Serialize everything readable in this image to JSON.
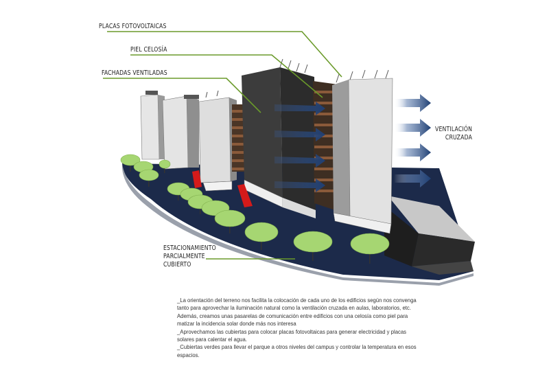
{
  "labels": {
    "placas": "PLACAS FOTOVOLTAICAS",
    "piel": "PIEL CELOSÍA",
    "fachadas": "FACHADAS VENTILADAS",
    "ventilacion_1": "VENTILACIÓN",
    "ventilacion_2": "CRUZADA",
    "estacionamiento_1": "ESTACIONAMIENTO",
    "estacionamiento_2": "PARCIALMENTE",
    "estacionamiento_3": "CUBIERTO"
  },
  "notes": [
    "_La orientación del terreno nos facilita la colocación de cada uno de los edificios según nos convenga tanto para aprovechar la iluminación natural como la  ventilación cruzada en aulas, laboratorios, etc. Además, creamos unas pasarelas de comunicación entre edificios con una celosía como piel para matizar la incidencia solar donde más nos interesa",
    "_Aprovechamos las cubiertas  para colocar placas fotovoltaicas para generar  electricidad  y placas solares para calentar el agua.",
    "_Cubiertas verdes para llevar el parque a otros niveles del campus y controlar la temperatura en esos espacios."
  ],
  "colors": {
    "leader_line": "#6a9a2a",
    "arrow": "#1f3f73",
    "ground": "#1c2a4a",
    "tree": "#a6d672",
    "building_light": "#dadada",
    "building_dark": "#3a3a3a",
    "louver": "#8a5a3a",
    "parking_red": "#d01818"
  }
}
